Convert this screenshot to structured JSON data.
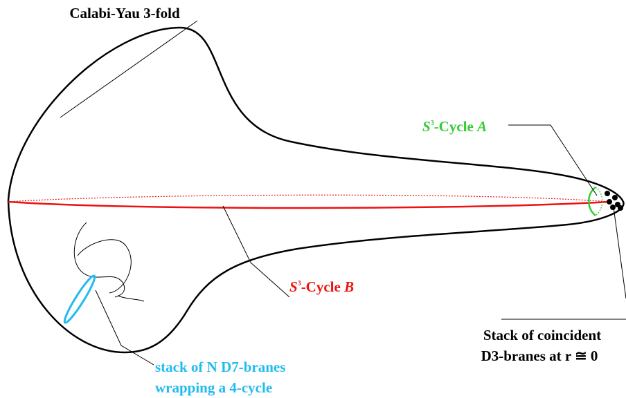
{
  "labels": {
    "title": "Calabi-Yau 3-fold",
    "cycle_a": {
      "sphere": "S",
      "exponent": "3",
      "text": "-Cycle ",
      "name": "A"
    },
    "cycle_b": {
      "sphere": "S",
      "exponent": "3",
      "text": "-Cycle ",
      "name": "B"
    },
    "d7": {
      "line1": "stack of N D7-branes",
      "line2": "wrapping a 4-cycle"
    },
    "d3": {
      "line1": "Stack of coincident",
      "line2": "D3-branes at r ≅ 0"
    }
  },
  "colors": {
    "outline": "#000000",
    "cycle_a": "#33cc33",
    "cycle_b": "#ee1111",
    "d7": "#22bbee",
    "branes": "#000000"
  }
}
